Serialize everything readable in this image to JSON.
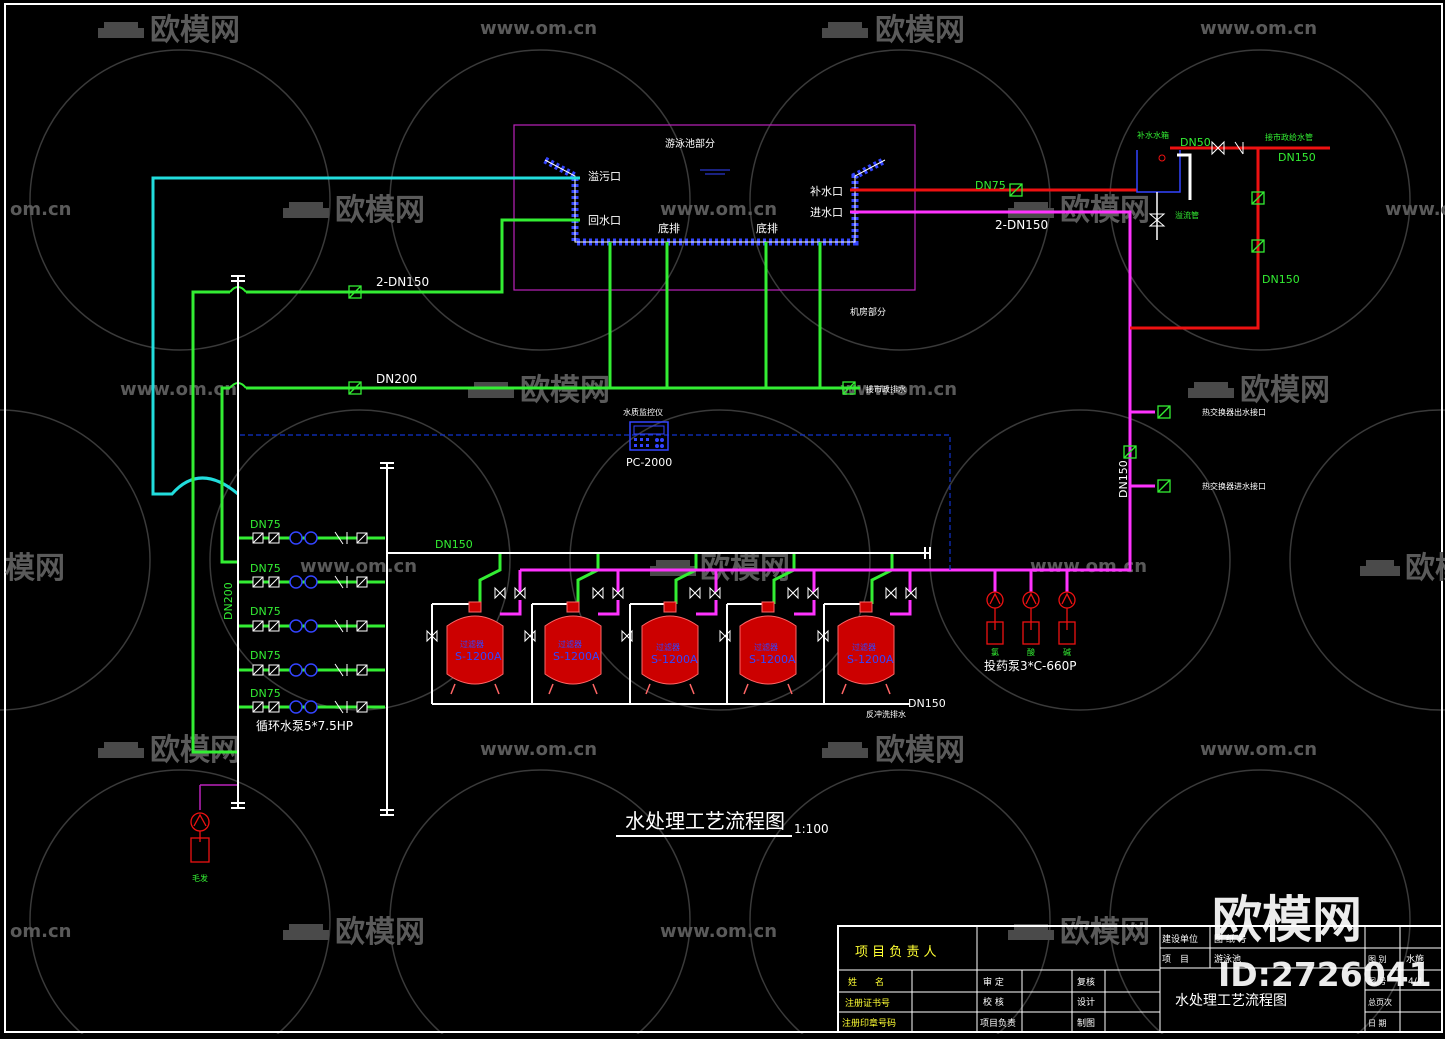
{
  "colors": {
    "background": "#000000",
    "frame": "#ffffff",
    "circulation_green": "#33ee33",
    "backwash_magenta": "#ff33ff",
    "makeup_red": "#ee1111",
    "overflow_cyan": "#22dddd",
    "pool_outline": "#bb22bb",
    "control_dash": "#1133cc",
    "tank_red": "#cc0000",
    "blue_text": "#3344ff",
    "watermark": "#5a5a5a"
  },
  "title": {
    "text": "水处理工艺流程图",
    "scale": "1:100"
  },
  "pool": {
    "title": "游泳池部分",
    "overflow_port": "溢污口",
    "return_port": "回水口",
    "makeup_port": "补水口",
    "inlet_port": "进水口",
    "drain_1": "底排",
    "drain_2": "底排"
  },
  "room_label": "机房部分",
  "pipes": {
    "return_main": "2-DN150",
    "drain_main": "DN200",
    "drain_outlet": "接市政排水",
    "makeup": "DN75",
    "supply_main": "2-DN150",
    "riser": "DN150",
    "filter_header": "DN150",
    "backwash": "DN150",
    "backwash_outlet": "反冲洗排水",
    "pump_header": "DN200"
  },
  "makeup_tank": {
    "label": "补水水箱",
    "inlet_size": "DN50",
    "city_water": "接市政给水管",
    "main_1": "DN150",
    "main_2": "DN150",
    "overflow_label": "溢流管"
  },
  "heat_exchanger": {
    "outlet": "热交换器出水接口",
    "inlet": "热交换器进水接口"
  },
  "controller": {
    "label": "水质监控仪",
    "model": "PC-2000"
  },
  "pumps": {
    "sizes": [
      "DN75",
      "DN75",
      "DN75",
      "DN75",
      "DN75"
    ],
    "caption": "循环水泵5*7.5HP"
  },
  "filters": {
    "names": [
      "过滤器",
      "过滤器",
      "过滤器",
      "过滤器",
      "过滤器"
    ],
    "models": [
      "S-1200A",
      "S-1200A",
      "S-1200A",
      "S-1200A",
      "S-1200A"
    ]
  },
  "dosing": {
    "tanks": [
      "氯",
      "酸",
      "碱"
    ],
    "caption": "投药泵3*C-660P"
  },
  "hair_catcher_label": "毛发",
  "title_block": {
    "responsible": "项 目 负 责 人",
    "name": "姓　　名",
    "cert_no": "注册证书号",
    "seal_no": "注册印章号码",
    "approve": "审 定",
    "check": "校 核",
    "proj_lead": "项目负责",
    "review": "复核",
    "design": "设计",
    "draw": "制图",
    "client": "建设单位",
    "client_val": "图 纸 号",
    "project": "项　目",
    "project_val": "游泳池",
    "drawing_title": "水处理工艺流程图",
    "discipline_label": "图 别",
    "discipline": "水施",
    "sheet_label": "图 号",
    "sheet_no": "4/4",
    "total_label": "总页次",
    "date_label": "日 期"
  },
  "watermarks": {
    "brand": "欧模网",
    "url": "www.om.cn",
    "url_short": "om.cn",
    "brand_short": "模网",
    "big_brand": "欧模网",
    "id": "ID:2726041"
  }
}
